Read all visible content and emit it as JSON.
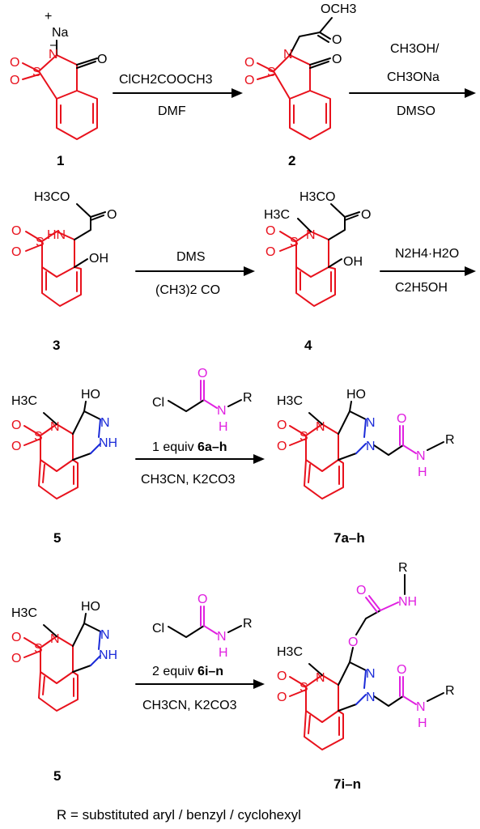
{
  "compounds": {
    "c1": "1",
    "c2": "2",
    "c3": "3",
    "c4": "4",
    "c5a": "5",
    "c7ah": "7a–h",
    "c5b": "5",
    "c7in": "7i–n"
  },
  "reactions": {
    "r1": {
      "above": "ClCH2COOCH3",
      "below": "DMF"
    },
    "r2": {
      "above_line1": "CH3OH/",
      "above_line2": "CH3ONa",
      "below": "DMSO"
    },
    "r3": {
      "above": "DMS",
      "below": "(CH3)2 CO"
    },
    "r4": {
      "above": "N2H4·H2O",
      "below": "C2H5OH"
    },
    "r5": {
      "equiv": "1 equiv",
      "reagent": "6a–h",
      "below": "CH3CN, K2CO3"
    },
    "r6": {
      "equiv": "2 equiv",
      "reagent": "6i–n",
      "below": "CH3CN, K2CO3"
    }
  },
  "atoms": {
    "na": "Na",
    "plus": "+",
    "minus": "–",
    "O": "O",
    "S": "S",
    "N": "N",
    "HN": "HN",
    "NH": "NH",
    "OH": "OH",
    "HO": "HO",
    "Cl": "Cl",
    "H": "H",
    "R": "R",
    "OCH3": "OCH3",
    "H3CO": "H3CO",
    "H3C": "H3C"
  },
  "footnote": "R = substituted aryl / benzyl / cyclohexyl",
  "colors": {
    "sulfonyl_ring": "#e8111c",
    "pyrazole_nitrogen": "#1b2bd8",
    "amide_chain": "#e020e0",
    "default": "#000000"
  }
}
